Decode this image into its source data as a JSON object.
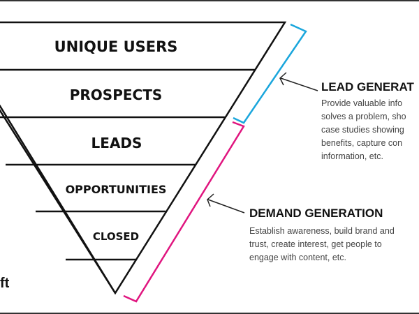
{
  "funnel": {
    "stages": [
      "UNIQUE USERS",
      "PROSPECTS",
      "LEADS",
      "OPPORTUNITIES",
      "CLOSED"
    ]
  },
  "lead_generation": {
    "title": "LEAD GENERAT",
    "lines": [
      "Provide valuable info",
      "solves a problem, sho",
      "case studies showing",
      "benefits, capture con",
      "information, etc."
    ]
  },
  "demand_generation": {
    "title": "DEMAND GENERATION",
    "lines": [
      "Establish awareness, build brand and",
      "trust, create interest, get people to",
      "engage with content, etc."
    ]
  },
  "logo_fragment": "ft",
  "colors": {
    "lead_bracket": "#1aa6dc",
    "demand_bracket": "#e0157f"
  }
}
